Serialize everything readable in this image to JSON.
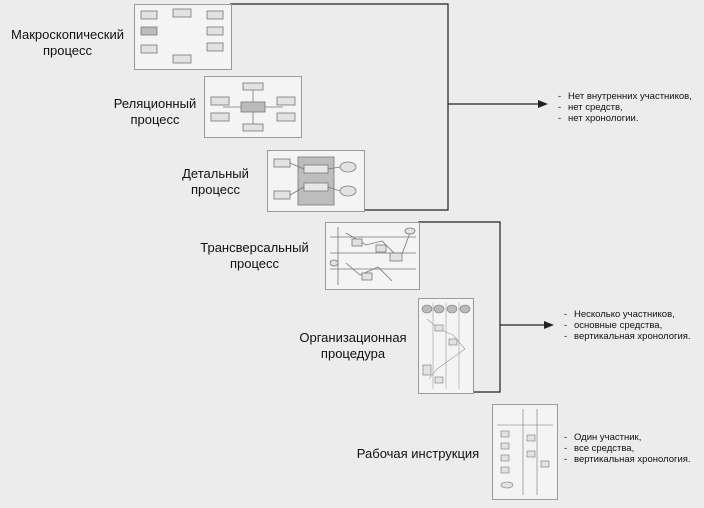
{
  "levels": [
    {
      "label_lines": [
        "Макроскопический",
        "процесс"
      ]
    },
    {
      "label_lines": [
        "Реляционный",
        "процесс"
      ]
    },
    {
      "label_lines": [
        "Детальный",
        "процесс"
      ]
    },
    {
      "label_lines": [
        "Трансверсальный",
        "процесс"
      ]
    },
    {
      "label_lines": [
        "Организационная",
        "процедура"
      ]
    },
    {
      "label_lines": [
        "Рабочая инструкция"
      ]
    }
  ],
  "groups": [
    {
      "bullets": [
        "Нет внутренних участников,",
        "нет средств,",
        "нет хронологии."
      ]
    },
    {
      "bullets": [
        "Несколько участников,",
        "основные средства,",
        "вертикальная хронология."
      ]
    },
    {
      "bullets": [
        "Один участник,",
        "все средства,",
        "вертикальная хронология."
      ]
    }
  ],
  "bullet_marker": "-"
}
